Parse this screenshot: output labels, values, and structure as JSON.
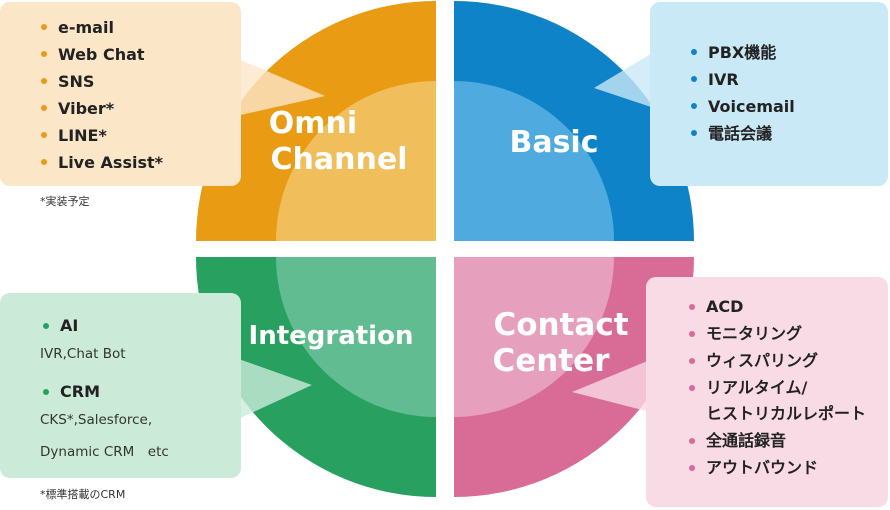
{
  "quadrants": {
    "omni": {
      "label_line1": "Omni",
      "label_line2": "Channel",
      "color": "#e99b14"
    },
    "basic": {
      "label": "Basic",
      "color": "#0f83c8"
    },
    "integration": {
      "label": "Integration",
      "color": "#27a060"
    },
    "contact": {
      "label_line1": "Contact",
      "label_line2": "Center",
      "color": "#d96b97"
    }
  },
  "omni_box": {
    "items": [
      "e-mail",
      "Web Chat",
      "SNS",
      "Viber*",
      "LINE*",
      "Live Assist*"
    ],
    "note": "*実装予定",
    "bg_color": "#fce6c8"
  },
  "basic_box": {
    "items": [
      "PBX機能",
      "IVR",
      "Voicemail",
      "電話会議"
    ],
    "bg_color": "#c9e9f6"
  },
  "integration_box": {
    "groups": [
      {
        "title": "AI",
        "details": [
          "IVR,Chat Bot"
        ]
      },
      {
        "title": "CRM",
        "details": [
          "CKS*,Salesforce,",
          "Dynamic CRM　etc"
        ]
      }
    ],
    "note": "*標準搭載のCRM",
    "bg_color": "#cbebd8"
  },
  "contact_box": {
    "items": [
      "ACD",
      "モニタリング",
      "ウィスパリング",
      "リアルタイム/\nヒストリカルレポート",
      "全通話録音",
      "アウトバウンド"
    ],
    "bg_color": "#f9dbe6"
  }
}
